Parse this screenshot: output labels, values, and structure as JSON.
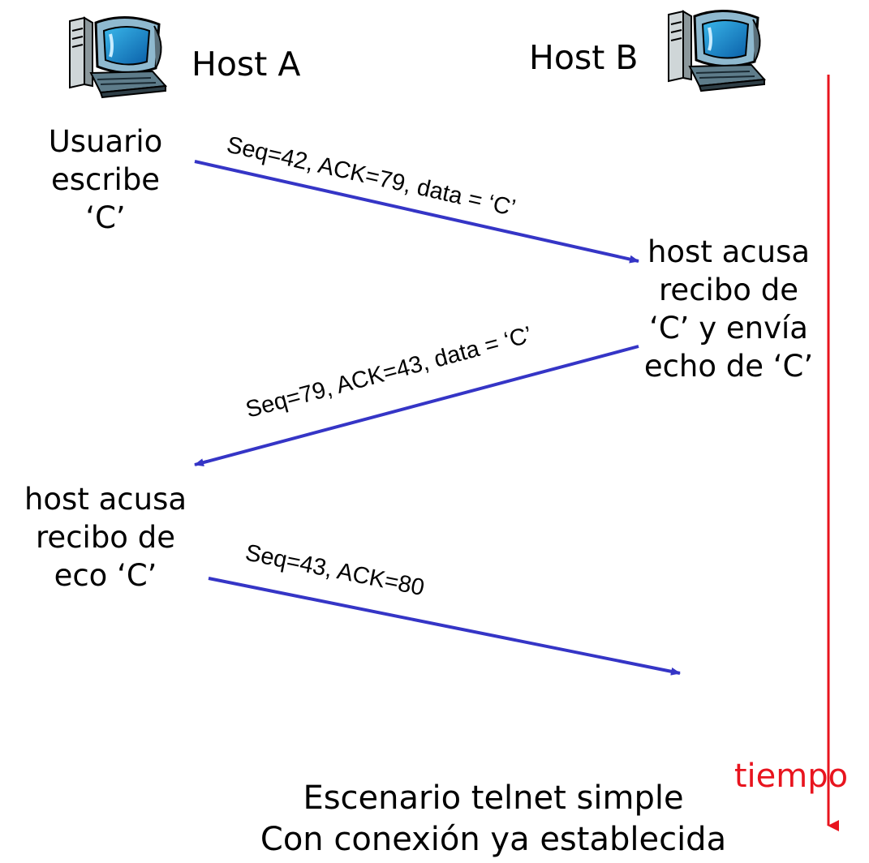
{
  "hosts": {
    "a_label": "Host A",
    "b_label": "Host B"
  },
  "events": {
    "user_types": [
      "Usuario",
      "escribe",
      "‘C’"
    ],
    "host_b_ack": [
      "host acusa",
      "recibo de",
      "‘C’ y envía",
      "echo de ‘C’"
    ],
    "host_a_ack": [
      "host acusa",
      "recibo de",
      "eco ‘C’"
    ]
  },
  "messages": [
    {
      "label": "Seq=42, ACK=79, data = ‘C’",
      "direction": "A-to-B"
    },
    {
      "label": "Seq=79, ACK=43, data = ‘C’",
      "direction": "B-to-A"
    },
    {
      "label": "Seq=43, ACK=80",
      "direction": "A-to-B"
    }
  ],
  "timeline": {
    "label": "tiempo"
  },
  "caption": [
    "Escenario telnet simple",
    "Con conexión ya establecida"
  ],
  "colors": {
    "arrow": "#3535c6",
    "time": "#e8141e",
    "text": "#000000"
  },
  "icons": {
    "host_a": "computer-icon",
    "host_b": "computer-icon"
  }
}
